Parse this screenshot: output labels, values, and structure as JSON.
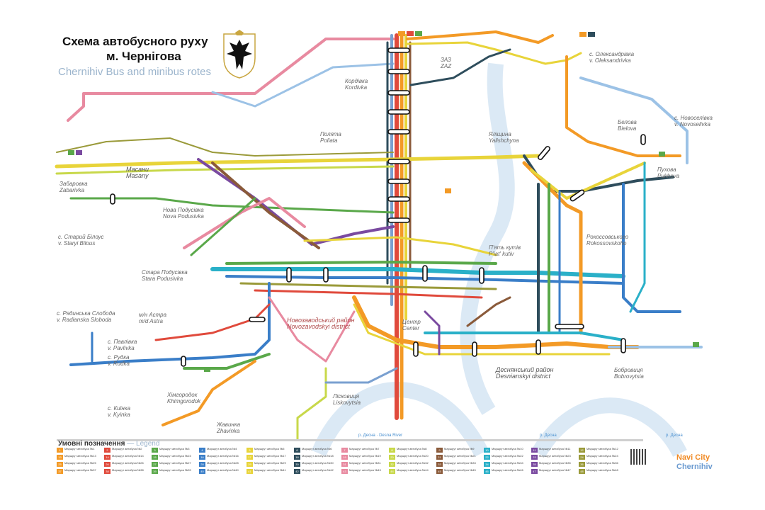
{
  "header": {
    "title_line1": "Схема автобусного руху",
    "title_line2": "м. Чернігова",
    "subtitle": "Chernihiv Bus and minibus rotes"
  },
  "districts": [
    {
      "name": "Масани",
      "en": "Masany"
    },
    {
      "name": "Нова Подусівка",
      "en": "Nova Podusivka"
    },
    {
      "name": "Стара Подусівка",
      "en": "Stara Podusivka"
    },
    {
      "name": "с. Старий Білоус",
      "en": "v. Staryi Bilous"
    },
    {
      "name": "Забаровка",
      "en": "Zabarivka"
    },
    {
      "name": "с. Павлівка",
      "en": "v. Pavlivka"
    },
    {
      "name": "с. Рудка",
      "en": "v. Rudka"
    },
    {
      "name": "с. Киїнка",
      "en": "v. Kyinka"
    },
    {
      "name": "Новозаводський район",
      "en": "Novozavodskyi district"
    },
    {
      "name": "Деснянський район",
      "en": "Desnianskyi district"
    },
    {
      "name": "Центр",
      "en": "Center"
    },
    {
      "name": "Лісковиця",
      "en": "Liskovytsia"
    },
    {
      "name": "Хімгородок",
      "en": "Khimgorodok"
    },
    {
      "name": "Жавинка",
      "en": "Zhavinka"
    },
    {
      "name": "Полята",
      "en": "Poliata"
    },
    {
      "name": "Кордівка",
      "en": "Kordivka"
    },
    {
      "name": "Яліщина",
      "en": "Yalishchyna"
    },
    {
      "name": "Рокоссовського",
      "en": "Rokossovskoho"
    },
    {
      "name": "П'ять кутів",
      "en": "P'iat' kutiv"
    },
    {
      "name": "Бобровиця",
      "en": "Bobrovytsia"
    },
    {
      "name": "Пухова",
      "en": "Pukhova"
    },
    {
      "name": "Белова",
      "en": "Bielova"
    },
    {
      "name": "с. Новоселівка",
      "en": "v. Novoselivka"
    },
    {
      "name": "с. Олександрівка",
      "en": "v. Oleksandrivka"
    },
    {
      "name": "с. Рядинська Слобода",
      "en": "v. Radianska Sloboda"
    },
    {
      "name": "м/н Астра",
      "en": "m/d Astra"
    },
    {
      "name": "ЗАЗ",
      "en": "ZAZ"
    },
    {
      "name": "р. Десна",
      "en": "Desna River"
    }
  ],
  "legend": {
    "title": "Умовні позначення",
    "title_en": "Legend",
    "item_caption": "Маршрут автобуса",
    "routes": [
      "1",
      "2",
      "3",
      "4",
      "5",
      "6",
      "7",
      "8",
      "9",
      "10",
      "11",
      "12",
      "13",
      "14",
      "15",
      "16",
      "17",
      "18",
      "19",
      "20",
      "21",
      "22",
      "23",
      "24",
      "25",
      "26",
      "27",
      "28",
      "29",
      "30",
      "31",
      "32",
      "33",
      "34",
      "35",
      "36",
      "37",
      "38",
      "39",
      "40",
      "41",
      "42",
      "43",
      "44",
      "45",
      "46",
      "47",
      "48"
    ]
  },
  "colors": {
    "river": "#b8d6ec",
    "route_red": "#e04a3c",
    "route_orange": "#f39a26",
    "route_yellow": "#e8d43a",
    "route_green": "#5aa84a",
    "route_blue": "#3a7ec8",
    "route_dark": "#2e4d5c",
    "route_pink": "#e88aa0",
    "route_lime": "#c8d84a",
    "route_brown": "#8a5a3a",
    "route_cyan": "#2ab0c8",
    "route_purple": "#7a4aa0",
    "route_olive": "#9a9a3a"
  },
  "brand": {
    "name_line1": "Navi City",
    "name_line2": "Chernihiv"
  }
}
